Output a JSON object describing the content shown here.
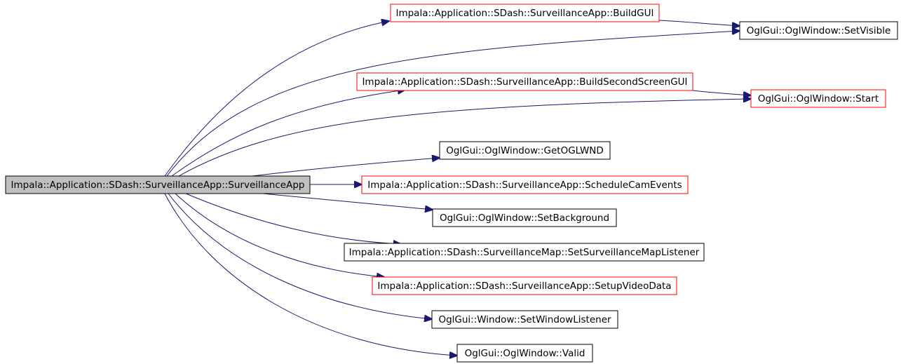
{
  "colors": {
    "background": "#ffffff",
    "root_fill": "#bfbfbf",
    "root_border": "#000000",
    "documented_border": "#000000",
    "undocumented_border": "#ff0000",
    "edge": "#191970",
    "text": "#000000"
  },
  "graph": {
    "root": {
      "id": "surveillance-app-ctor",
      "label": "Impala::Application::SDash::SurveillanceApp::SurveillanceApp"
    },
    "nodes": [
      {
        "id": "build-gui",
        "label": "Impala::Application::SDash::SurveillanceApp::BuildGUI",
        "border": "red"
      },
      {
        "id": "set-visible",
        "label": "OglGui::OglWindow::SetVisible",
        "border": "black"
      },
      {
        "id": "build-second-screen-gui",
        "label": "Impala::Application::SDash::SurveillanceApp::BuildSecondScreenGUI",
        "border": "red"
      },
      {
        "id": "start",
        "label": "OglGui::OglWindow::Start",
        "border": "red"
      },
      {
        "id": "get-oglwnd",
        "label": "OglGui::OglWindow::GetOGLWND",
        "border": "black"
      },
      {
        "id": "schedule-cam-events",
        "label": "Impala::Application::SDash::SurveillanceApp::ScheduleCamEvents",
        "border": "red"
      },
      {
        "id": "set-background",
        "label": "OglGui::OglWindow::SetBackground",
        "border": "black"
      },
      {
        "id": "set-surveillance-map-listener",
        "label": "Impala::Application::SDash::SurveillanceMap::SetSurveillanceMapListener",
        "border": "black"
      },
      {
        "id": "setup-video-data",
        "label": "Impala::Application::SDash::SurveillanceApp::SetupVideoData",
        "border": "red"
      },
      {
        "id": "set-window-listener",
        "label": "OglGui::Window::SetWindowListener",
        "border": "black"
      },
      {
        "id": "valid",
        "label": "OglGui::OglWindow::Valid",
        "border": "black"
      }
    ],
    "edges": [
      {
        "from": "surveillance-app-ctor",
        "to": "build-gui"
      },
      {
        "from": "surveillance-app-ctor",
        "to": "set-visible"
      },
      {
        "from": "surveillance-app-ctor",
        "to": "build-second-screen-gui"
      },
      {
        "from": "surveillance-app-ctor",
        "to": "start"
      },
      {
        "from": "surveillance-app-ctor",
        "to": "get-oglwnd"
      },
      {
        "from": "surveillance-app-ctor",
        "to": "schedule-cam-events"
      },
      {
        "from": "surveillance-app-ctor",
        "to": "set-background"
      },
      {
        "from": "surveillance-app-ctor",
        "to": "set-surveillance-map-listener"
      },
      {
        "from": "surveillance-app-ctor",
        "to": "setup-video-data"
      },
      {
        "from": "surveillance-app-ctor",
        "to": "set-window-listener"
      },
      {
        "from": "surveillance-app-ctor",
        "to": "valid"
      },
      {
        "from": "build-gui",
        "to": "set-visible"
      },
      {
        "from": "build-second-screen-gui",
        "to": "start"
      }
    ]
  }
}
